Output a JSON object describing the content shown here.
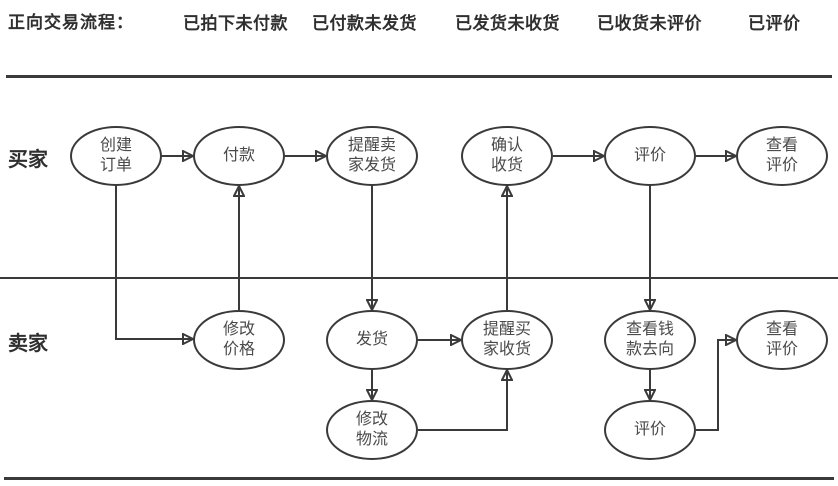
{
  "header": {
    "title": "正向交易流程：",
    "stages": [
      "已拍下未付款",
      "已付款未发货",
      "已发货未收货",
      "已收货未评价",
      "已评价"
    ]
  },
  "lanes": {
    "buyer": "买家",
    "seller": "卖家"
  },
  "nodes": {
    "create_order": "创建\n订单",
    "pay": "付款",
    "remind_seller_ship": "提醒卖\n家发货",
    "confirm_receipt": "确认\n收货",
    "rate_buyer": "评价",
    "view_rating_buyer": "查看\n评价",
    "modify_price": "修改\n价格",
    "ship": "发货",
    "remind_buyer_receive": "提醒买\n家收货",
    "view_money_flow": "查看钱\n款去向",
    "view_rating_seller": "查看\n评价",
    "modify_logistics": "修改\n物流",
    "rate_seller": "评价"
  },
  "colors": {
    "line": "#3a3a3a",
    "header_text": "#2f2f2f",
    "node_text": "#4a4a4a"
  }
}
